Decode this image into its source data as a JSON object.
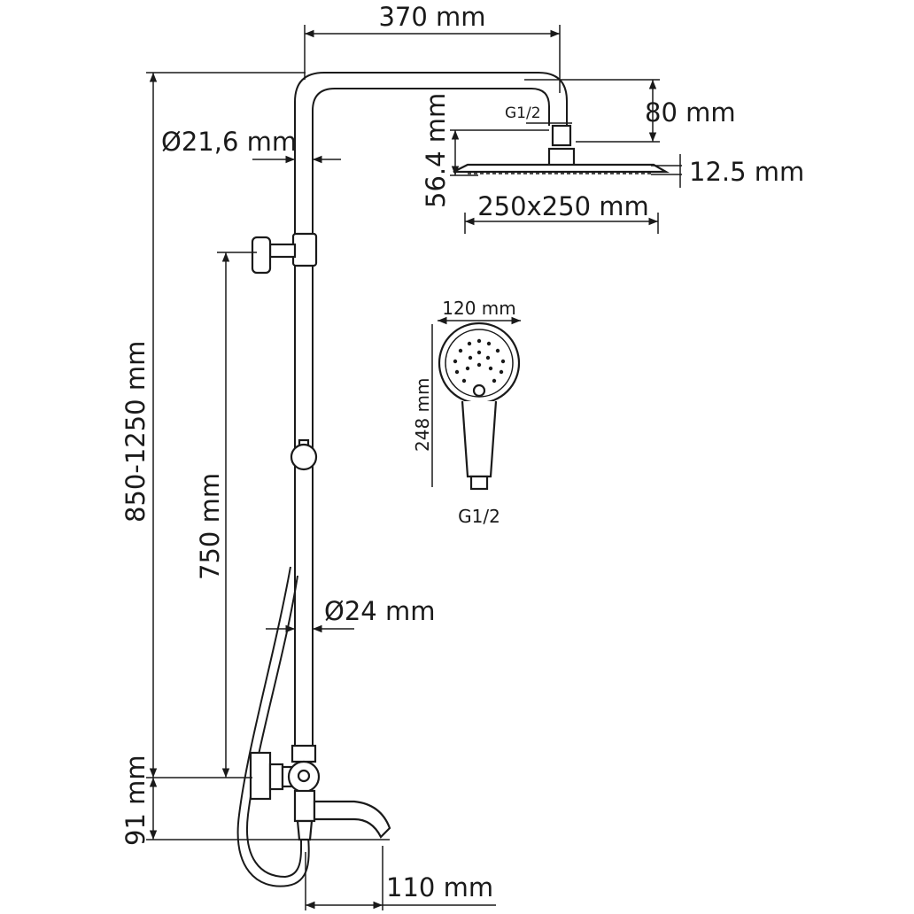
{
  "dimensions": {
    "overhead_arm_length": "370 mm",
    "overhead_drop": "80 mm",
    "overhead_thread": "G1/2",
    "overhead_height": "56.4 mm",
    "overhead_thickness": "12.5 mm",
    "overhead_size": "250x250 mm",
    "upper_pipe_diameter": "Ø21,6 mm",
    "total_height": "850-1250 mm",
    "slide_rail_length": "750 mm",
    "lower_pipe_diameter": "Ø24 mm",
    "mixer_height": "91 mm",
    "spout_reach": "110 mm",
    "hand_shower_diameter": "120 mm",
    "hand_shower_length": "248 mm",
    "hand_shower_thread": "G1/2"
  }
}
